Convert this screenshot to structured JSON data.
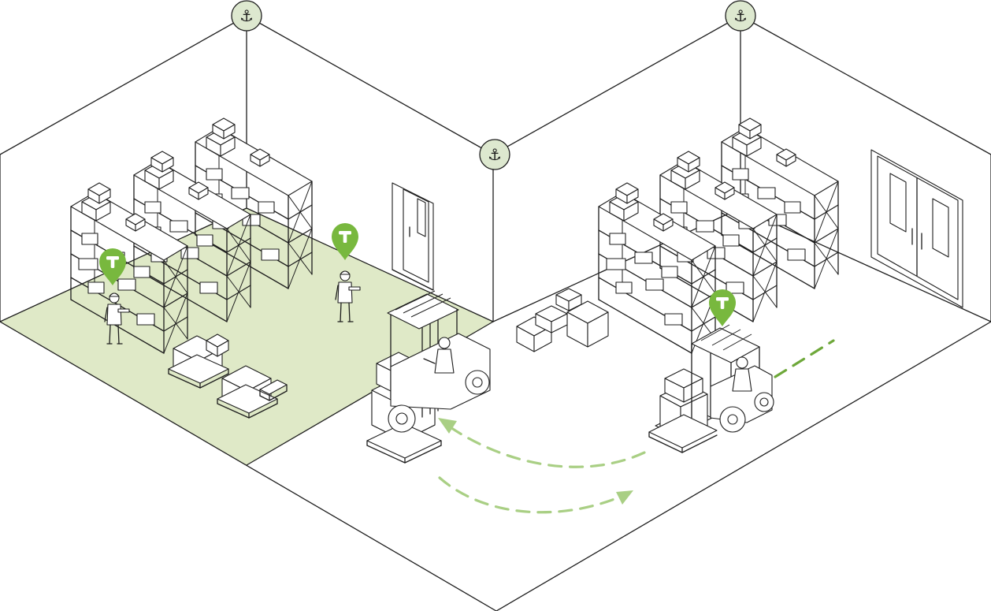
{
  "colors": {
    "zone_fill": "#dfe9c7",
    "tag_green": "#78b83e",
    "anchor_fill": "#dde8cf",
    "route_light": "#a9cf84",
    "route_dark": "#6ea83a",
    "line": "#1e1e1e",
    "background": "#ffffff"
  },
  "anchors": [
    {
      "icon": "anchor-icon",
      "glyph": "⚓"
    },
    {
      "icon": "anchor-icon",
      "glyph": "⚓"
    },
    {
      "icon": "anchor-icon",
      "glyph": "⚓"
    }
  ],
  "tags": [
    {
      "icon": "location-tag-icon",
      "letter": "T"
    },
    {
      "icon": "location-tag-icon",
      "letter": "T"
    },
    {
      "icon": "location-tag-icon",
      "letter": "T"
    }
  ]
}
